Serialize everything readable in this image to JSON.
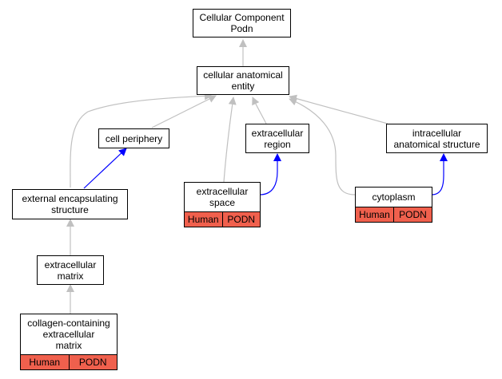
{
  "nodes": {
    "root": {
      "label": "Cellular Component\nPodn"
    },
    "cae": {
      "label": "cellular anatomical\nentity"
    },
    "periphery": {
      "label": "cell periphery"
    },
    "region": {
      "label": "extracellular\nregion"
    },
    "intracellular": {
      "label": "intracellular\nanatomical structure"
    },
    "external": {
      "label": "external encapsulating\nstructure"
    },
    "space": {
      "label": "extracellular\nspace",
      "annotations": [
        "Human",
        "PODN"
      ]
    },
    "cytoplasm": {
      "label": "cytoplasm",
      "annotations": [
        "Human",
        "PODN"
      ]
    },
    "matrix": {
      "label": "extracellular\nmatrix"
    },
    "collagen": {
      "label": "collagen-containing\nextracellular\nmatrix",
      "annotations": [
        "Human",
        "PODN"
      ]
    }
  },
  "colors": {
    "is_a_edge": "#c0c0c0",
    "part_of_edge": "#0000ff",
    "annotation_fill": "#f0604d"
  }
}
